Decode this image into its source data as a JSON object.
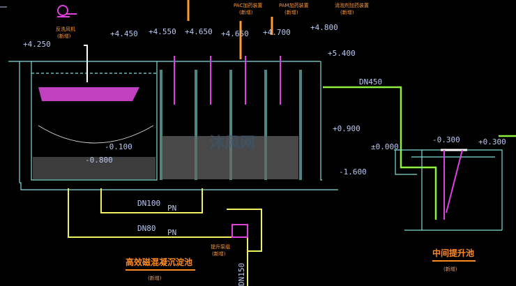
{
  "elevations": {
    "e1": "+4.250",
    "e2": "+4.450",
    "e3": "+4.550",
    "e4": "+4.650",
    "e5": "+4.650",
    "e6": "+4.700",
    "e7": "+4.800",
    "e8": "+5.400",
    "e9": "+0.900",
    "e10": "±0.000",
    "e11": "-1.600",
    "e12": "-0.100",
    "e13": "-0.800",
    "e14": "-0.300",
    "e15": "+0.300"
  },
  "pipes": {
    "dn450": "DN450",
    "dn100": "DN100",
    "dn80": "DN80",
    "dn150": "DN150",
    "pn1": "PN",
    "pn2": "PN"
  },
  "equipment": {
    "blower": "反洗风机",
    "blower_sub": "(新增)",
    "pac": "PAC加药装置",
    "pac_sub": "(新增)",
    "pam": "PAM加药装置",
    "pam_sub": "(新增)",
    "defoam": "消泡剂加药装置",
    "defoam_sub": "(新增)",
    "pump": "提升泵组",
    "pump_sub": "(新增)"
  },
  "titles": {
    "tank1": "高效磁混凝沉淀池",
    "tank1_sub": "(新增)",
    "tank2": "中间提升池",
    "tank2_sub": "(新增)"
  },
  "watermark": "沐风网"
}
